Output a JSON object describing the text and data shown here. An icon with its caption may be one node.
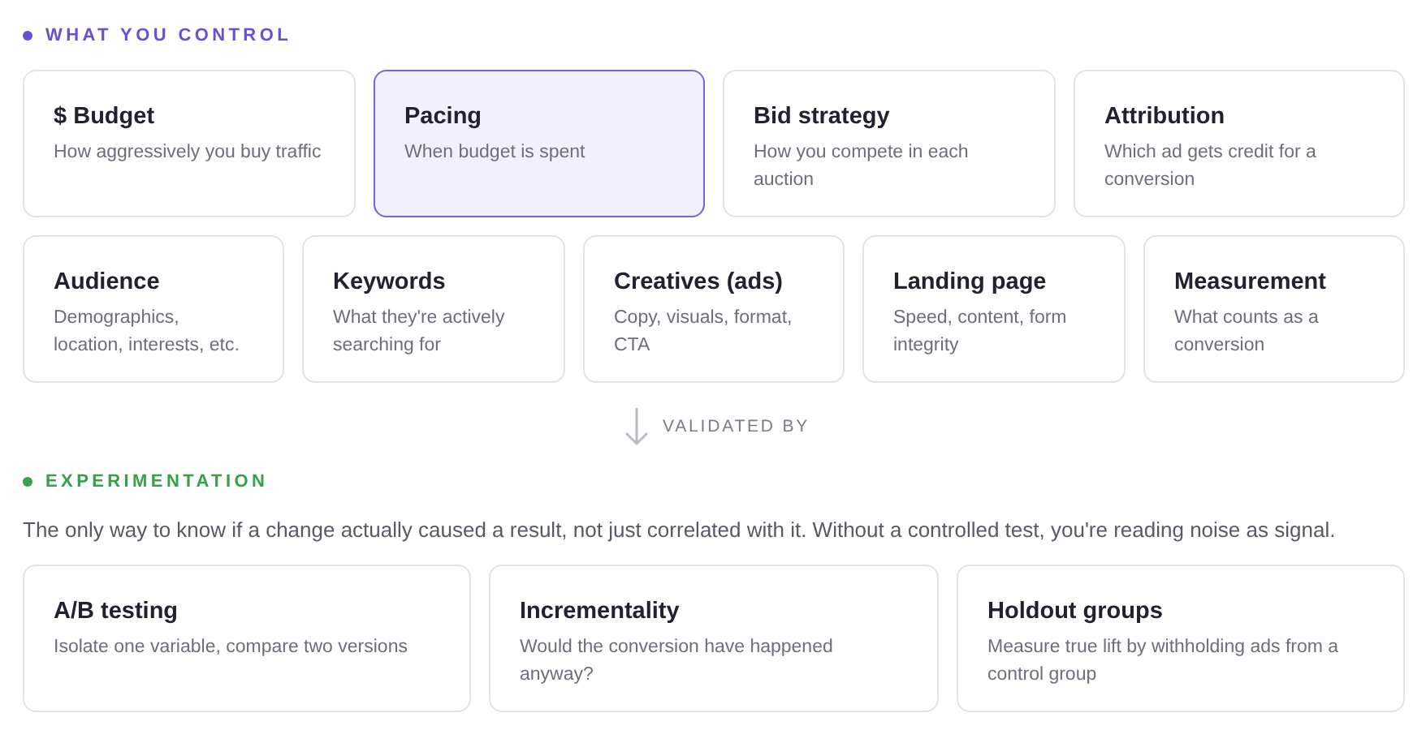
{
  "diagram": {
    "nodes": [
      {
        "text": [
          "$ Budget",
          "How aggressively you buy traffic"
        ]
      },
      {
        "text": [
          "Pacing",
          "When budget is spent"
        ]
      },
      {
        "text": [
          "Bid strategy",
          "How you compete in each auction"
        ]
      },
      {
        "text": [
          "Attribution",
          "Which ad gets credit for a conversion"
        ]
      },
      {
        "text": [
          "Audience",
          "Demographics, location, interests, etc."
        ]
      },
      {
        "text": [
          "Keywords",
          "What they're actively searching for"
        ]
      },
      {
        "text": [
          "Creatives (ads)",
          "Copy, visuals, format, CTA"
        ]
      },
      {
        "text": [
          "Landing page",
          "Speed, content, form integrity"
        ]
      },
      {
        "text": [
          "Measurement",
          "What counts as a conversion"
        ]
      },
      {
        "text": [
          "A/B testing",
          "Isolate one variable, compare two versions"
        ]
      },
      {
        "text": [
          "Incrementality",
          "Would the conversion have happened anyway?"
        ]
      },
      {
        "text": [
          "Holdout groups",
          "Measure true lift by withholding ads from a control group"
        ]
      }
    ],
    "labels": [
      "WHAT YOU CONTROL",
      "VALIDATED BY",
      "EXPERIMENTATION",
      "The only way to know if a change actually caused a result, not just correlated with it. Without a controlled test, you're reading noise as signal."
    ]
  }
}
